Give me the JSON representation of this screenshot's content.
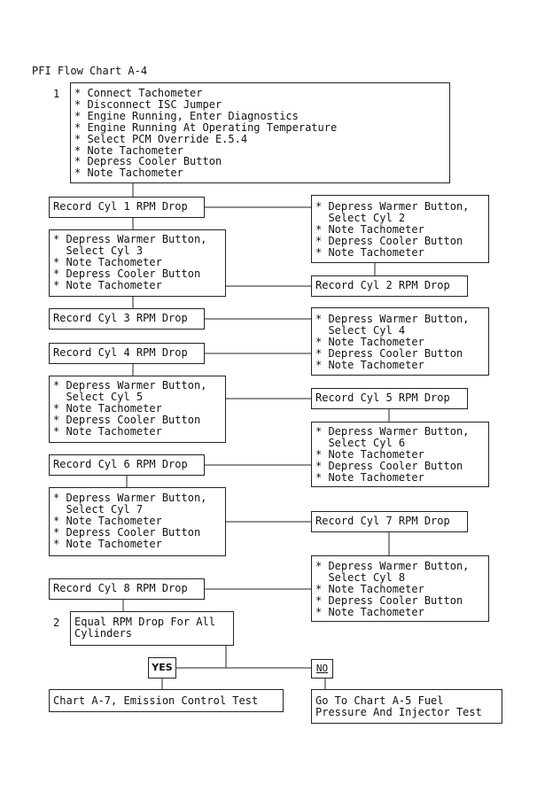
{
  "title": "PFI Flow Chart A-4",
  "step_labels": {
    "step1": "1",
    "step2": "2"
  },
  "boxes": {
    "step1": "* Connect Tachometer\n* Disconnect ISC Jumper\n* Engine Running, Enter Diagnostics\n* Engine Running At Operating Temperature\n* Select PCM Override E.5.4\n* Note Tachometer\n* Depress Cooler Button\n* Note Tachometer",
    "rec1": "Record Cyl 1 RPM Drop",
    "warm2": "* Depress Warmer Button,\n  Select Cyl 2\n* Note Tachometer\n* Depress Cooler Button\n* Note Tachometer",
    "warm3": "* Depress Warmer Button,\n  Select Cyl 3\n* Note Tachometer\n* Depress Cooler Button\n* Note Tachometer",
    "rec2": "Record Cyl 2 RPM Drop",
    "rec3": "Record Cyl 3 RPM Drop",
    "warm4": "* Depress Warmer Button,\n  Select Cyl 4\n* Note Tachometer\n* Depress Cooler Button\n* Note Tachometer",
    "rec4": "Record Cyl 4 RPM Drop",
    "warm5": "* Depress Warmer Button,\n  Select Cyl 5\n* Note Tachometer\n* Depress Cooler Button\n* Note Tachometer",
    "rec5": "Record Cyl 5 RPM Drop",
    "warm6": "* Depress Warmer Button,\n  Select Cyl 6\n* Note Tachometer\n* Depress Cooler Button\n* Note Tachometer",
    "rec6": "Record Cyl 6 RPM Drop",
    "warm7": "* Depress Warmer Button,\n  Select Cyl 7\n* Note Tachometer\n* Depress Cooler Button\n* Note Tachometer",
    "rec7": "Record Cyl 7 RPM Drop",
    "warm8": "* Depress Warmer Button,\n  Select Cyl 8\n* Note Tachometer\n* Depress Cooler Button\n* Note Tachometer",
    "rec8": "Record Cyl 8 RPM Drop",
    "decision": "Equal RPM Drop For All\nCylinders",
    "yes_label": "YES",
    "no_label": "NO",
    "result_yes": "Chart A-7, Emission Control Test",
    "result_no": "Go To Chart A-5 Fuel\nPressure And Injector Test"
  },
  "colors": {
    "line": "#222222",
    "text": "#111111"
  }
}
